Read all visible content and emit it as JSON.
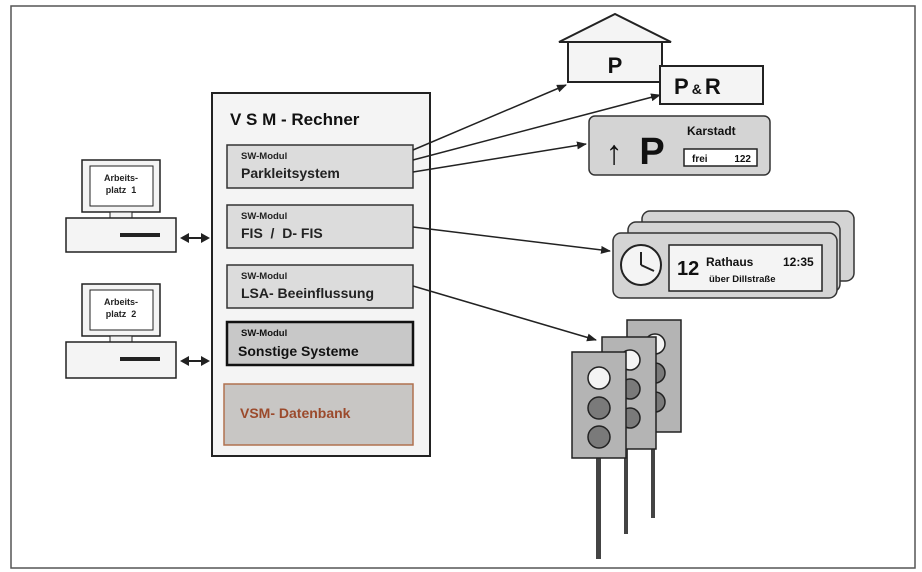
{
  "server": {
    "title": "V S M - Rechner",
    "modules": [
      {
        "tag": "SW-Modul",
        "name": "Parkleitsystem"
      },
      {
        "tag": "SW-Modul",
        "name": "FIS  /  D- FIS"
      },
      {
        "tag": "SW-Modul",
        "name": "LSA- Beeinflussung"
      },
      {
        "tag": "SW-Modul",
        "name": "Sonstige Systeme"
      }
    ],
    "database": "VSM- Datenbank"
  },
  "workstations": [
    {
      "line1": "Arbeits-",
      "line2": "platz  1"
    },
    {
      "line1": "Arbeits-",
      "line2": "platz  2"
    }
  ],
  "parking": {
    "garage_letter": "P",
    "park_ride": {
      "p": "P",
      "amp": "&",
      "r": "R"
    },
    "sign": {
      "arrow": "↑",
      "letter": "P",
      "name": "Karstadt",
      "status": "frei",
      "count": "122"
    }
  },
  "passenger_display": {
    "line": "12",
    "stop": "Rathaus",
    "time": "12:35",
    "via": "über Dillstraße"
  },
  "colors": {
    "module_fill": "#dcdcdc",
    "module_dark_fill": "#c8c8c8",
    "database_fill": "#c8c6c4",
    "database_text": "#9b4a2c",
    "database_border": "#b0714f",
    "sign_fill": "#d4d4d4",
    "light_lit": "#f4f4f4",
    "light_off": "#7a7a7a"
  }
}
